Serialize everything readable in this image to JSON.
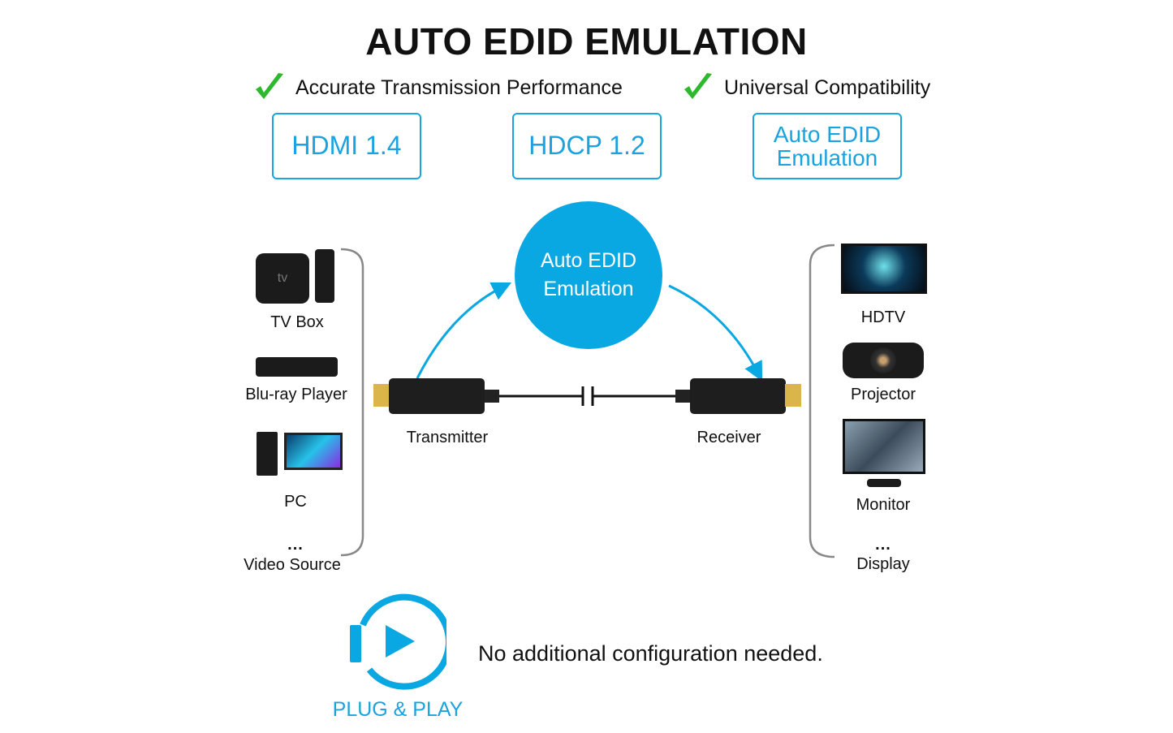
{
  "title": "AUTO EDID EMULATION",
  "features": [
    "Accurate Transmission Performance",
    "Universal Compatibility"
  ],
  "boxes": [
    "HDMI 1.4",
    "HDCP 1.2",
    "Auto EDID Emulation"
  ],
  "center_circle": "Auto EDID Emulation",
  "sources": {
    "items": [
      "TV Box",
      "Blu-ray Player",
      "PC"
    ],
    "more": "...",
    "group_label": "Video Source",
    "tv_logo": "tv"
  },
  "displays": {
    "items": [
      "HDTV",
      "Projector",
      "Monitor"
    ],
    "more": "...",
    "group_label": "Display"
  },
  "transmitter_label": "Transmitter",
  "receiver_label": "Receiver",
  "plug_play": "PLUG & PLAY",
  "note": "No additional configuration needed.",
  "colors": {
    "accent": "#0aa8e2",
    "check": "#2db82d"
  }
}
